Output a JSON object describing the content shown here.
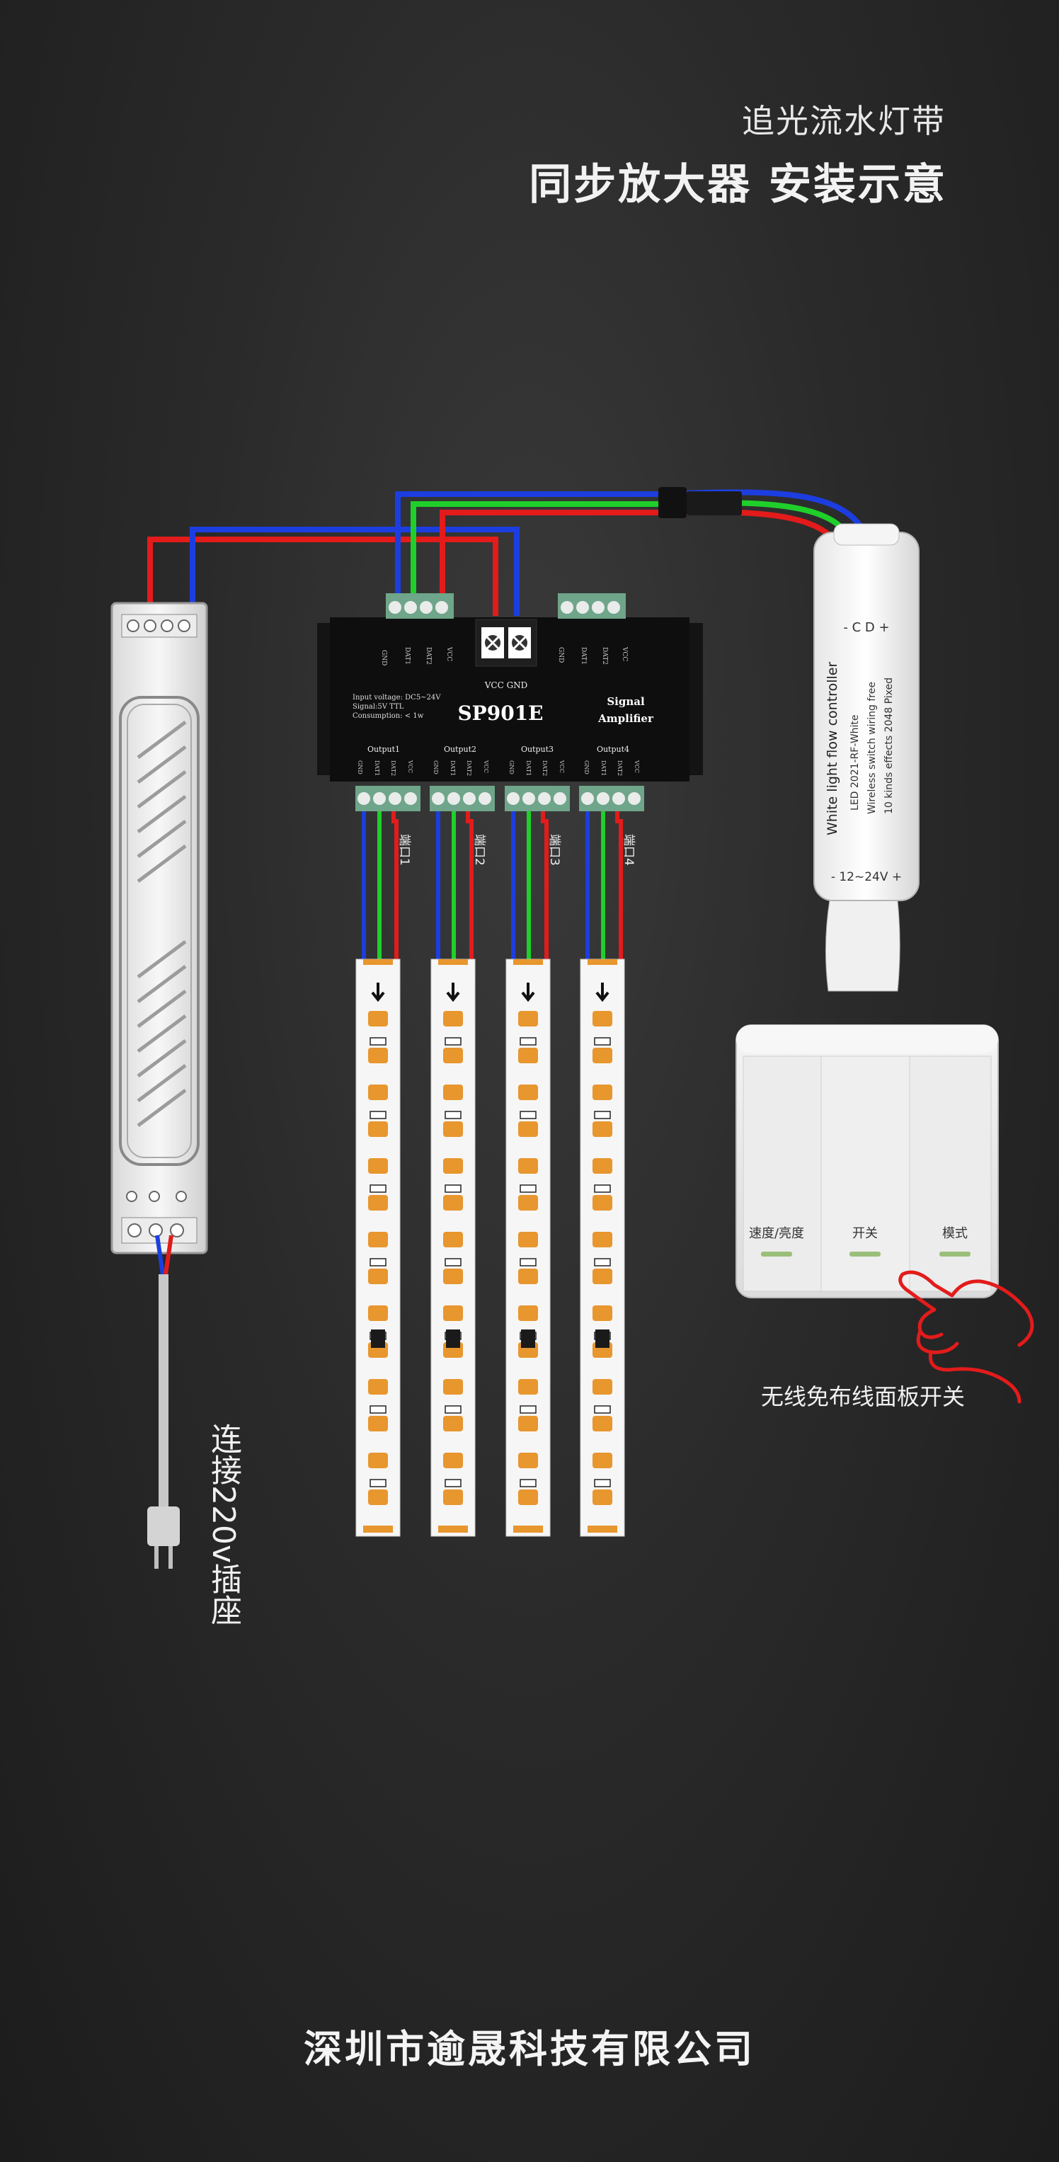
{
  "header": {
    "subtitle": "追光流水灯带",
    "title": "同步放大器 安装示意"
  },
  "amplifier": {
    "model": "SP901E",
    "type_line1": "Signal",
    "type_line2": "Amplifier",
    "spec_voltage": "Input voltage: DC5~24V",
    "spec_signal": "Signal:5V TTL",
    "spec_consumption": "Consumption: < 1w",
    "power_terminal": "VCC GND",
    "input_pins": [
      "GND",
      "DAT1",
      "DAT2",
      "VCC"
    ],
    "input2_pins": [
      "GND",
      "DAT1",
      "DAT2",
      "VCC"
    ],
    "outputs": [
      {
        "label": "Output1",
        "port": "端口1",
        "pins": [
          "GND",
          "DAT1",
          "DAT2",
          "VCC"
        ]
      },
      {
        "label": "Output2",
        "port": "端口2",
        "pins": [
          "GND",
          "DAT1",
          "DAT2",
          "VCC"
        ]
      },
      {
        "label": "Output3",
        "port": "端口3",
        "pins": [
          "GND",
          "DAT1",
          "DAT2",
          "VCC"
        ]
      },
      {
        "label": "Output4",
        "port": "端口4",
        "pins": [
          "GND",
          "DAT1",
          "DAT2",
          "VCC"
        ]
      }
    ]
  },
  "controller": {
    "title": "White light flow controller",
    "line2": "LED 2021-RF-White",
    "line3": "Wireless switch wiring free",
    "line4": "10 kinds effects 2048 Pixed",
    "top_pins": "-  C  D  +",
    "voltage": "-  12~24V  +"
  },
  "panel_switch": {
    "buttons": [
      "速度/亮度",
      "开关",
      "模式"
    ],
    "caption": "无线免布线面板开关"
  },
  "power_supply": {
    "plug_label": "连接220v插座"
  },
  "footer": {
    "company": "深圳市逾晟科技有限公司"
  },
  "colors": {
    "wire_red": "#e31b1b",
    "wire_green": "#1fcf2a",
    "wire_blue": "#1c3ee0",
    "led_orange": "#e8962e"
  }
}
